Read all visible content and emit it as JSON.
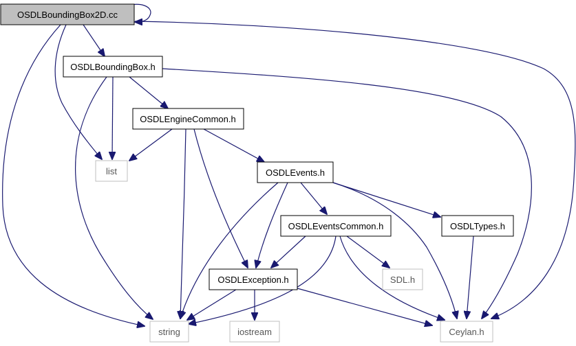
{
  "diagram": {
    "colors": {
      "edge": "#191970",
      "root_fill": "#bfbfbf",
      "node_border": "#000000",
      "external_border": "#bfbfbf",
      "background": "#ffffff"
    },
    "nodes": {
      "bb2d": {
        "label": "OSDLBoundingBox2D.cc",
        "kind": "root"
      },
      "bb": {
        "label": "OSDLBoundingBox.h",
        "kind": "local"
      },
      "engine": {
        "label": "OSDLEngineCommon.h",
        "kind": "local"
      },
      "list": {
        "label": "list",
        "kind": "external"
      },
      "events": {
        "label": "OSDLEvents.h",
        "kind": "local"
      },
      "evcommon": {
        "label": "OSDLEventsCommon.h",
        "kind": "local"
      },
      "types": {
        "label": "OSDLTypes.h",
        "kind": "local"
      },
      "exception": {
        "label": "OSDLException.h",
        "kind": "local"
      },
      "sdl": {
        "label": "SDL.h",
        "kind": "external"
      },
      "string": {
        "label": "string",
        "kind": "external"
      },
      "iostream": {
        "label": "iostream",
        "kind": "external"
      },
      "ceylan": {
        "label": "Ceylan.h",
        "kind": "external"
      }
    },
    "edges": [
      {
        "from": "bb2d",
        "to": "bb2d"
      },
      {
        "from": "bb2d",
        "to": "bb"
      },
      {
        "from": "bb2d",
        "to": "list"
      },
      {
        "from": "bb2d",
        "to": "string"
      },
      {
        "from": "bb2d",
        "to": "ceylan"
      },
      {
        "from": "bb",
        "to": "engine"
      },
      {
        "from": "bb",
        "to": "list"
      },
      {
        "from": "bb",
        "to": "string"
      },
      {
        "from": "bb",
        "to": "ceylan"
      },
      {
        "from": "engine",
        "to": "list"
      },
      {
        "from": "engine",
        "to": "events"
      },
      {
        "from": "engine",
        "to": "exception"
      },
      {
        "from": "engine",
        "to": "string"
      },
      {
        "from": "events",
        "to": "evcommon"
      },
      {
        "from": "events",
        "to": "types"
      },
      {
        "from": "events",
        "to": "exception"
      },
      {
        "from": "events",
        "to": "string"
      },
      {
        "from": "events",
        "to": "ceylan"
      },
      {
        "from": "evcommon",
        "to": "exception"
      },
      {
        "from": "evcommon",
        "to": "sdl"
      },
      {
        "from": "evcommon",
        "to": "string"
      },
      {
        "from": "evcommon",
        "to": "ceylan"
      },
      {
        "from": "types",
        "to": "ceylan"
      },
      {
        "from": "exception",
        "to": "string"
      },
      {
        "from": "exception",
        "to": "iostream"
      },
      {
        "from": "exception",
        "to": "ceylan"
      }
    ]
  }
}
